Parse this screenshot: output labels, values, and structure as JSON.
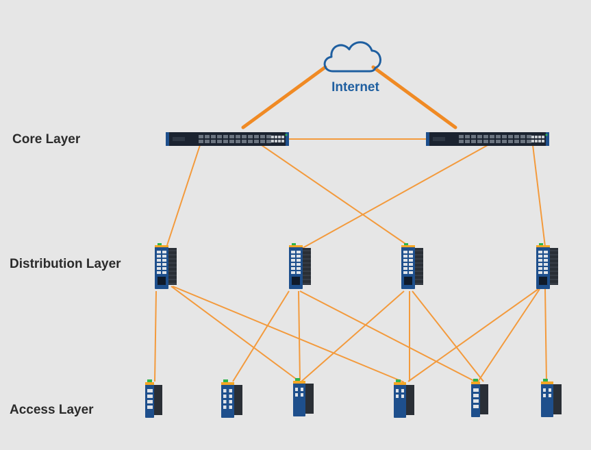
{
  "labels": {
    "internet": "Internet",
    "core_layer": "Core Layer",
    "distribution_layer": "Distribution Layer",
    "access_layer": "Access Layer"
  },
  "colors": {
    "background": "#e6e6e6",
    "link": "#f39a3c",
    "uplink": "#f08a24",
    "cloud": "#1f5fa0",
    "device_body": "#1b2330",
    "device_blue": "#1e4f8c",
    "accent": "#f5a623",
    "status_led": "#2db34a"
  },
  "icons": {
    "internet": "cloud-icon",
    "core": "rack-switch-icon",
    "distribution": "din-rail-switch-icon",
    "access": "din-rail-switch-icon"
  }
}
